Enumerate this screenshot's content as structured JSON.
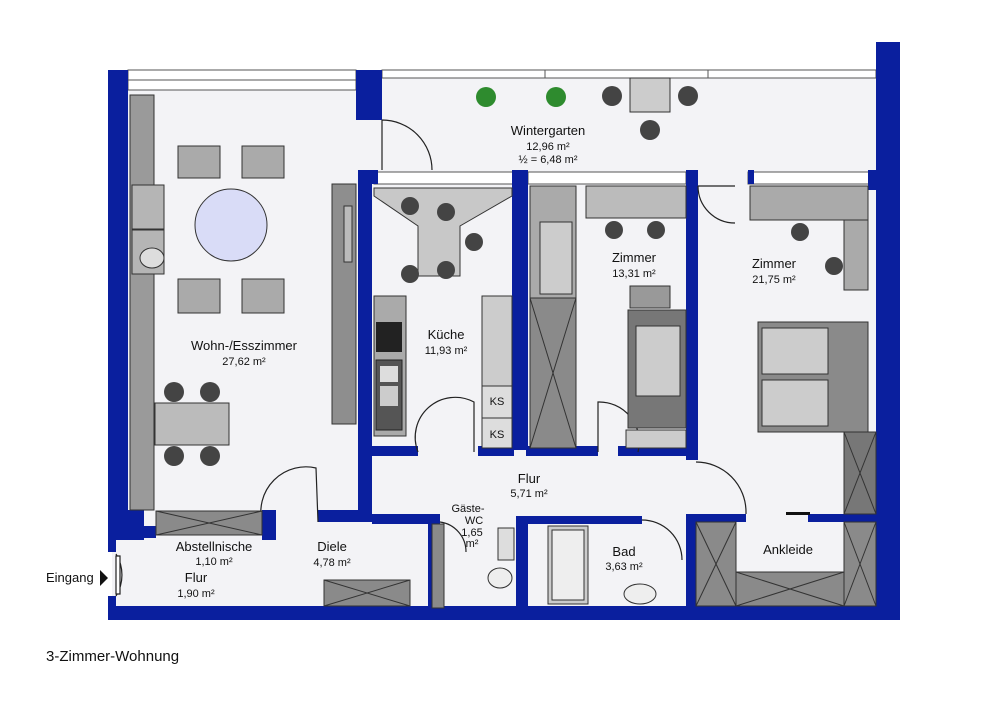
{
  "caption": "3-Zimmer-Wohnung",
  "entrance_label": "Eingang",
  "colors": {
    "wall": "#0a1f9e",
    "floor": "#f3f3f6",
    "furniture": "#9a9a9a",
    "dark_furniture": "#6b6b6b"
  },
  "rooms": {
    "wintergarten": {
      "name": "Wintergarten",
      "area": "12,96 m²",
      "half": "½ = 6,48 m²"
    },
    "wohn": {
      "name": "Wohn-/Esszimmer",
      "area": "27,62 m²"
    },
    "kueche": {
      "name": "Küche",
      "area": "11,93 m²",
      "ks1": "KS",
      "ks2": "KS"
    },
    "zimmer1": {
      "name": "Zimmer",
      "area": "13,31 m²"
    },
    "zimmer2": {
      "name": "Zimmer",
      "area": "21,75 m²"
    },
    "flur_mid": {
      "name": "Flur",
      "area": "5,71 m²"
    },
    "abstell": {
      "name": "Abstellnische",
      "area": "1,10 m²"
    },
    "diele": {
      "name": "Diele",
      "area": "4,78 m²"
    },
    "flur_entry": {
      "name": "Flur",
      "area": "1,90 m²"
    },
    "gaeste": {
      "name1": "Gäste-",
      "name2": "WC",
      "area1": "1,65",
      "area2": "m²"
    },
    "bad": {
      "name": "Bad",
      "area": "3,63 m²"
    },
    "ankleide": {
      "name": "Ankleide"
    }
  }
}
